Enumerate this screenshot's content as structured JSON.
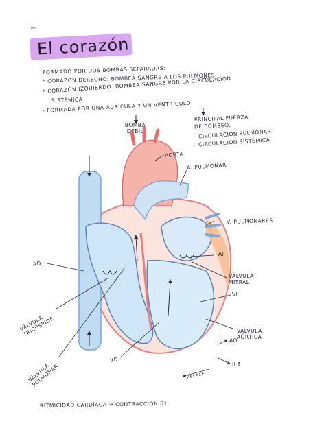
{
  "title": "El corazón",
  "title_mark": "=",
  "notes": {
    "line1": "FORMADO POR DOS BOMBAS SEPARADAS:",
    "line2": "* CORAZÓN DERECHO: BOMBEA SANGRE A LOS PULMONES",
    "line3": "* CORAZÓN IZQUIERDO: BOMBEA SANGRE POR LA CIRCULACIÓN",
    "line4": "SISTÉMICA",
    "line5": "- FORMADA POR UNA AURÍCULA Y UN VENTRÍCULO"
  },
  "annotations": {
    "bomba_debil": "BOMBA DÉBIL",
    "principal_1": "PRINCIPAL FUERZA",
    "principal_2": "DE BOMBEO,",
    "principal_3": "- CIRCULACIÓN PULMONAR",
    "principal_4": "- CIRCULACIÓN SISTÉMICA"
  },
  "labels": {
    "aorta": "AORTA",
    "a_pulmonar": "A. PULMONAR",
    "v_pulmonares": "V. PULMONARES",
    "ad": "AD",
    "ai": "AI",
    "valvula_mitral": "VÁLVULA MITRAL",
    "vi": "VI",
    "valvula_tricuspide": "VÁLVULA TRICÚSPIDE",
    "valvula_pulmonar": "VÁLVULA PULMONAR",
    "vd": "VD",
    "valvula_aortica": "VÁLVULA AÓRTICA",
    "ao": "AO",
    "ila": "ILA",
    "relaxe": "RELAXE"
  },
  "footer": "RITMICIDAD CARDÍACA → CONTRACCIÓN 61",
  "colors": {
    "highlight": "#d9a7f0",
    "artery_red": "#f08080",
    "vein_blue": "#b8d8f2",
    "orange": "#f7b98a",
    "ink": "#2a2a3a"
  }
}
